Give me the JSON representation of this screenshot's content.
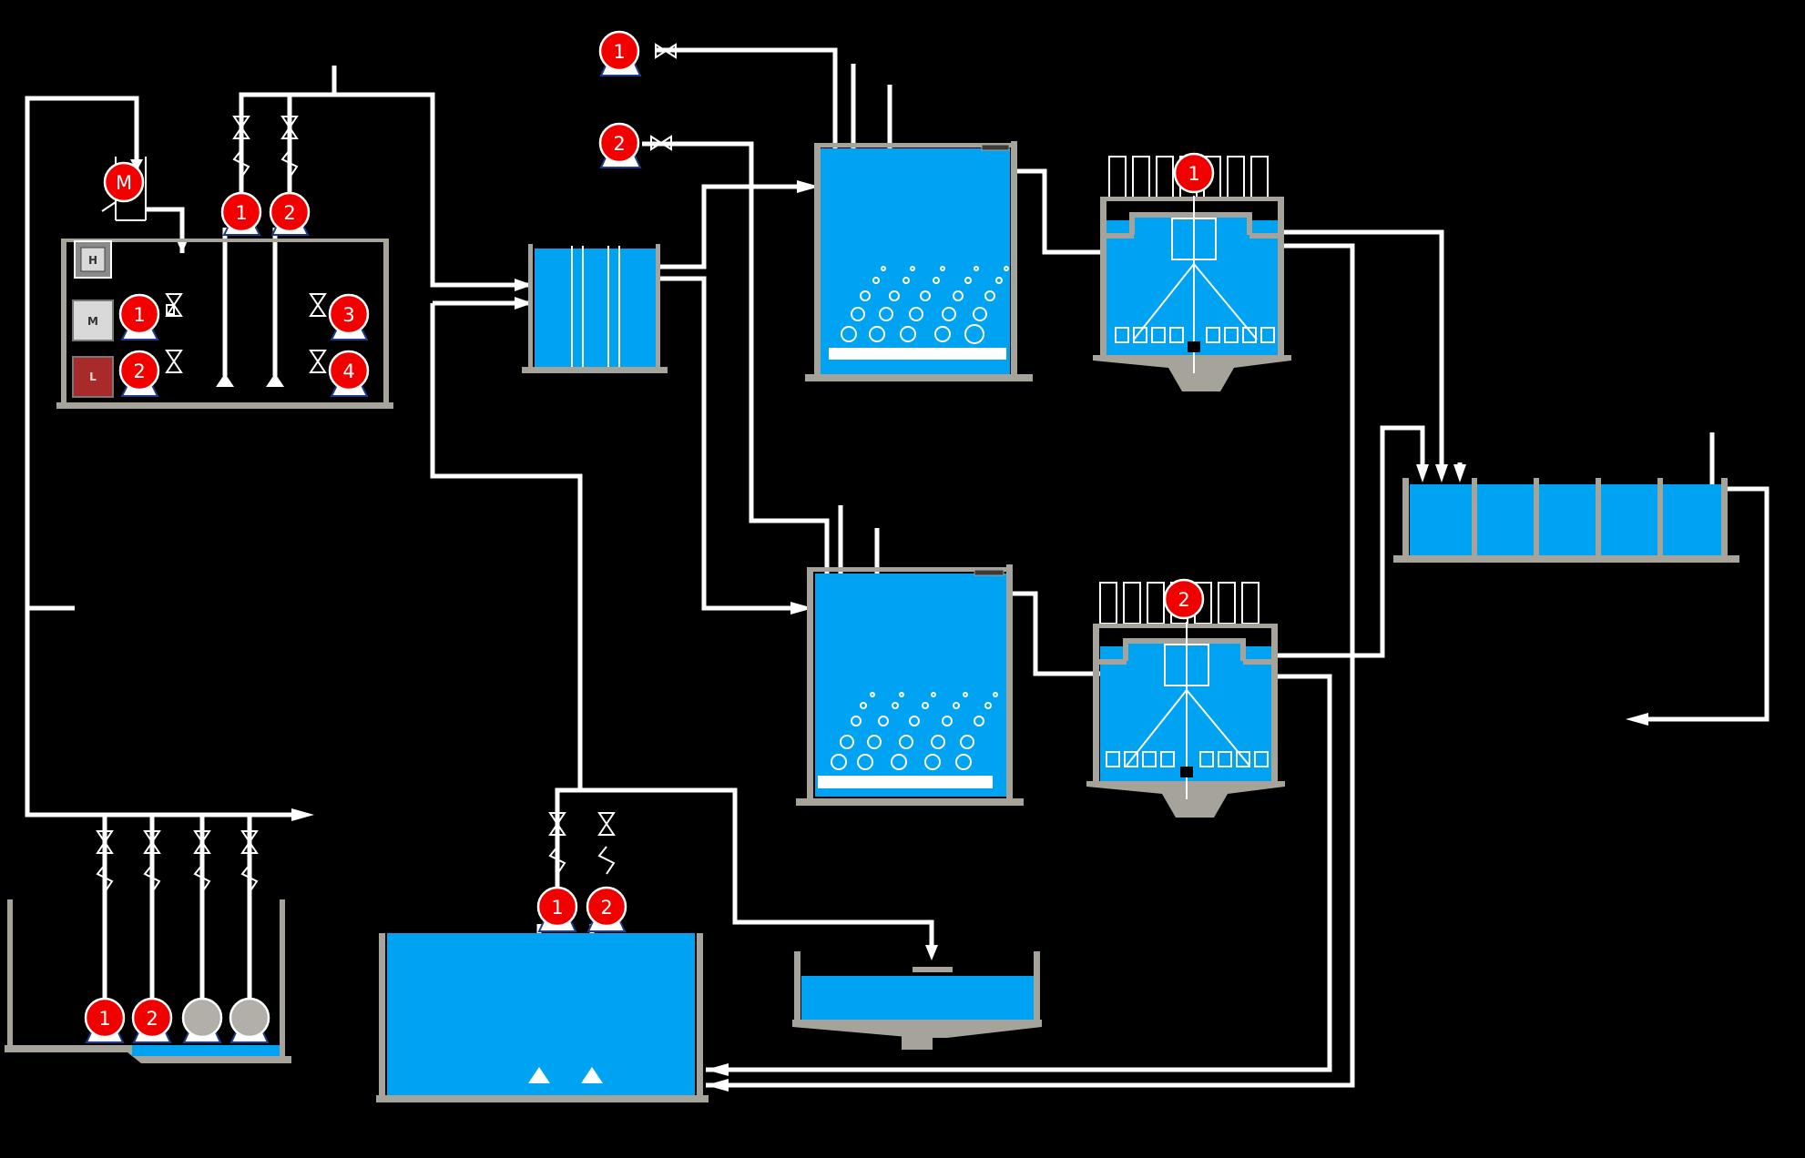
{
  "colors": {
    "water": "#00a2f2",
    "tank_wall": "#a6a39b",
    "pipe": "#ffffff",
    "pump_running": "#f20000",
    "pump_idle": "#b2afa8",
    "background": "#000000"
  },
  "dosing_room": {
    "mixer_label": "M",
    "level_high_label": "H",
    "level_mid_label": "M",
    "level_low_label": "L",
    "feed_pump_1_label": "1",
    "feed_pump_2_label": "2",
    "metering_pump_1_label": "1",
    "metering_pump_2_label": "2",
    "metering_pump_3_label": "3",
    "metering_pump_4_label": "4"
  },
  "aeration_blowers": {
    "blower_1_label": "1",
    "blower_2_label": "2"
  },
  "clarifiers": {
    "scraper_1_label": "1",
    "scraper_2_label": "2"
  },
  "sludge_tank": {
    "pump_1_label": "1",
    "pump_2_label": "2"
  },
  "collection_pit": {
    "pump_1_label": "1",
    "pump_2_label": "2",
    "pump_3_state": "idle",
    "pump_4_state": "idle"
  }
}
